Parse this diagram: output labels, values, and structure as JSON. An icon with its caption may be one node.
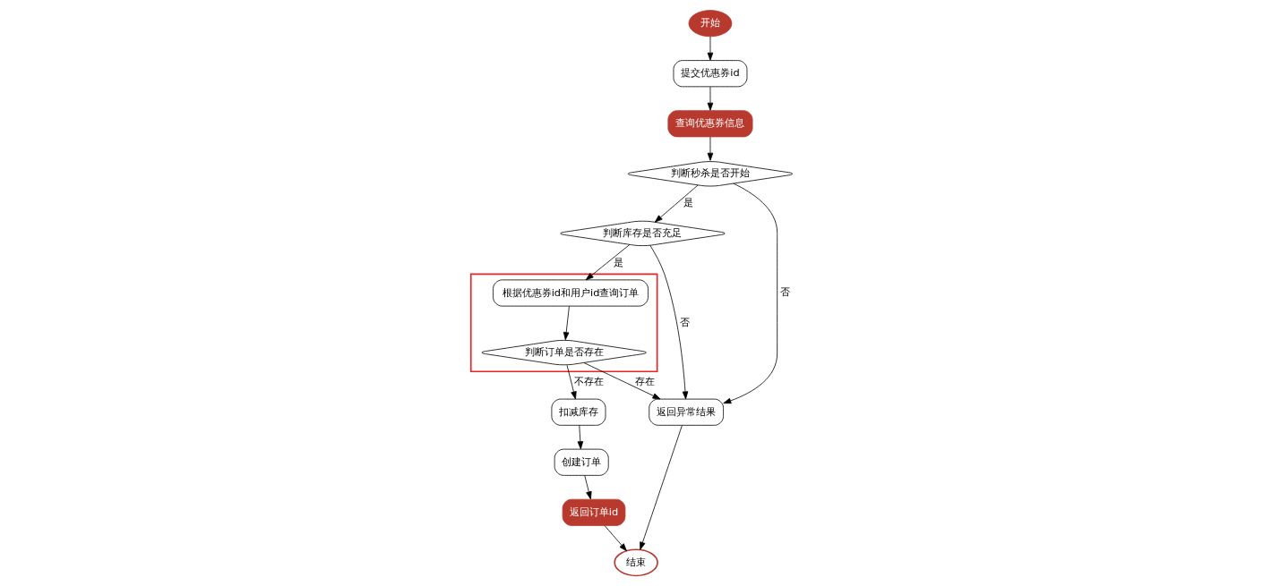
{
  "diagram": {
    "nodes": [
      {
        "text": [
          "开始"
        ]
      },
      {
        "text": [
          "提交优惠券id"
        ]
      },
      {
        "text": [
          "查询优惠券信息"
        ]
      },
      {
        "text": [
          "判断秒杀是否开始"
        ]
      },
      {
        "text": [
          "判断库存是否充足"
        ]
      },
      {
        "text": [],
        "shape": "box"
      },
      {
        "text": [
          "根据优惠券id和用户id查询订单"
        ],
        "in": 5
      },
      {
        "text": [
          "判断订单是否存在"
        ],
        "in": 5
      },
      {
        "text": [
          "扣减库存"
        ]
      },
      {
        "text": [
          "创建订单"
        ]
      },
      {
        "text": [
          "返回订单id"
        ]
      },
      {
        "text": [
          "返回异常结果"
        ]
      },
      {
        "text": [
          "结束"
        ]
      }
    ],
    "edges": [
      {
        "from": 0,
        "to": 1,
        "arrow": "to"
      },
      {
        "from": 1,
        "to": 2,
        "arrow": "to"
      },
      {
        "from": 2,
        "to": 3,
        "arrow": "to"
      },
      {
        "from": 3,
        "to": 4,
        "arrow": "to",
        "label": "是"
      },
      {
        "from": 3,
        "to": 11,
        "arrow": "to",
        "label": "否"
      },
      {
        "from": 4,
        "to": 6,
        "arrow": "to",
        "label": "是"
      },
      {
        "from": 4,
        "to": 11,
        "arrow": "to",
        "label": "否"
      },
      {
        "from": 6,
        "to": 7,
        "arrow": "to"
      },
      {
        "from": 7,
        "to": 8,
        "arrow": "to",
        "label": "不存在"
      },
      {
        "from": 7,
        "to": 11,
        "arrow": "to",
        "label": "存在"
      },
      {
        "from": 8,
        "to": 9,
        "arrow": "to"
      },
      {
        "from": 9,
        "to": 10,
        "arrow": "to"
      },
      {
        "from": 10,
        "to": 12,
        "arrow": "to"
      },
      {
        "from": 11,
        "to": 12,
        "arrow": "to"
      }
    ]
  }
}
